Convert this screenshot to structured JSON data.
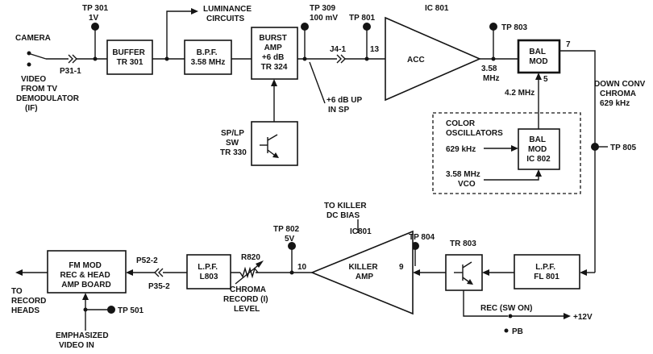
{
  "blocks": {
    "buffer": [
      "BUFFER",
      "TR 301"
    ],
    "bpf": [
      "B.P.F.",
      "3.58 MHz"
    ],
    "burst_amp": [
      "BURST",
      "AMP",
      "+6 dB",
      "TR 324"
    ],
    "acc": "ACC",
    "acc_ic": "IC 801",
    "bal_mod_1": [
      "BAL",
      "MOD"
    ],
    "bal_mod_2": [
      "BAL",
      "MOD",
      "IC 802"
    ],
    "sp_lp_sw": [
      "SP/LP",
      "SW",
      "TR 330"
    ],
    "killer_amp": [
      "KILLER",
      "AMP"
    ],
    "killer_ic": "IC801",
    "lpf_fl801": [
      "L.P.F.",
      "FL 801"
    ],
    "lpf_l803": [
      "L.P.F.",
      "L803"
    ],
    "fm_mod": [
      "FM MOD",
      "REC & HEAD",
      "AMP BOARD"
    ],
    "tr803": "TR 803"
  },
  "labels": {
    "camera": "CAMERA",
    "video_source": [
      "VIDEO",
      "FROM TV",
      "DEMODULATOR",
      "(IF)"
    ],
    "p31_1": "P31-1",
    "tp301": [
      "TP 301",
      "1V"
    ],
    "luminance": [
      "LUMINANCE",
      "CIRCUITS"
    ],
    "tp309": [
      "TP 309",
      "100 mV"
    ],
    "j4_1": "J4-1",
    "tp801": "TP 801",
    "pin13": "13",
    "up6db": [
      "+6 dB UP",
      "IN SP"
    ],
    "tp803": "TP 803",
    "freq358": [
      "3.58",
      "MHz"
    ],
    "pin7": "7",
    "pin5": "5",
    "freq42": "4.2 MHz",
    "down_conv": [
      "DOWN CONV",
      "CHROMA",
      "629 kHz"
    ],
    "color_osc": [
      "COLOR",
      "OSCILLATORS"
    ],
    "khz629": "629 kHz",
    "vco": [
      "3.58 MHz",
      "VCO"
    ],
    "tp805": "TP 805",
    "to_killer": [
      "TO KILLER",
      "DC BIAS"
    ],
    "tp802": [
      "TP 802",
      "5V"
    ],
    "pin10": "10",
    "pin9": "9",
    "tp804": "TP 804",
    "r820": "R820",
    "chroma_level": [
      "CHROMA",
      "RECORD (I)",
      "LEVEL"
    ],
    "p52_2": "P52-2",
    "p35_2": "P35-2",
    "to_record": [
      "TO",
      "RECORD",
      "HEADS"
    ],
    "tp501": "TP 501",
    "emphasized": [
      "EMPHASIZED",
      "VIDEO IN"
    ],
    "rec_sw": "REC (SW ON)",
    "plus12v": "+12V",
    "pb": "PB"
  }
}
